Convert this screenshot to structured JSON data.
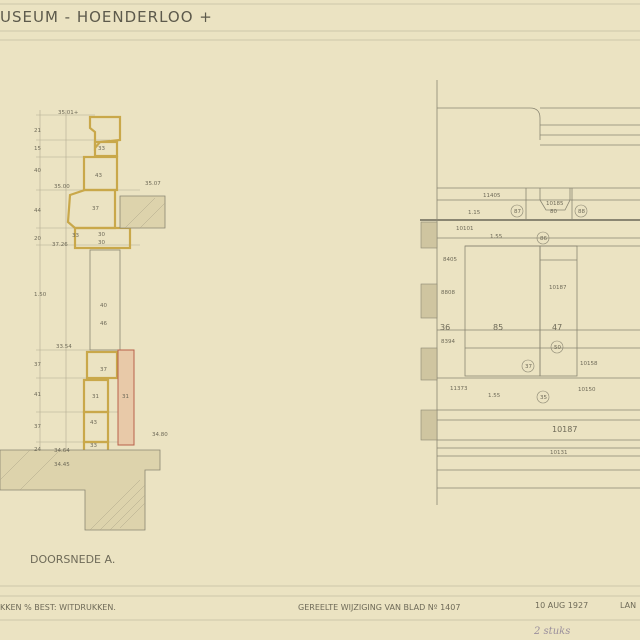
{
  "title": "USEUM - HOENDERLOO +",
  "section_label": "DOORSNEDE A.",
  "footer": {
    "left_note": "KKEN % BEST: WITDRUKKEN.",
    "revision": "GEREELTE WIJZIGING VAN BLAD Nº 1407",
    "date": "10 AUG 1927",
    "right_cut": "LAN",
    "handwritten": "2 stuks"
  },
  "section": {
    "levels": [
      "35.01+",
      "35.00",
      "35.07",
      "37.26",
      "33.54",
      "34.80",
      "34.64",
      "34.45"
    ],
    "vertical_dims": [
      "21",
      "15",
      "40",
      "44",
      "20",
      "1.50",
      "37",
      "41",
      "37",
      "24"
    ],
    "inner_dims": [
      "33",
      "43",
      "37",
      "33",
      "30",
      "30",
      "40",
      "46",
      "37",
      "31",
      "31",
      "43",
      "33"
    ]
  },
  "plan": {
    "labels": [
      "11405",
      "1.15",
      "10185",
      "80",
      "10101",
      "1.55",
      "8405",
      "10187",
      "8808",
      "36",
      "85",
      "47",
      "8394",
      "10158",
      "11373",
      "1.55",
      "10150",
      "10187",
      "10131"
    ],
    "circled": [
      "87",
      "88",
      "86",
      "50",
      "37",
      "35"
    ]
  }
}
